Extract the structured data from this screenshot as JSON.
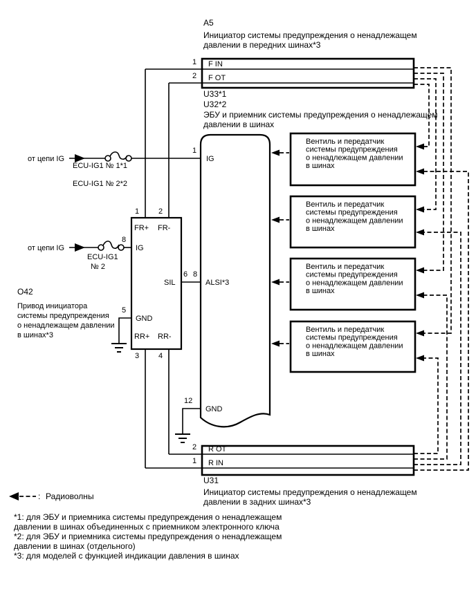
{
  "colors": {
    "ink": "#000000",
    "paper": "#ffffff"
  },
  "front_initiator": {
    "code": "A5",
    "desc_lines": [
      "Инициатор системы предупреждения о ненадлежащем",
      "давлении в передних шинах*3"
    ],
    "pin1": {
      "num": "1",
      "label": "F IN"
    },
    "pin2": {
      "num": "2",
      "label": "F OT"
    }
  },
  "receiver": {
    "code1": "U33*1",
    "code2": "U32*2",
    "desc_lines": [
      "ЭБУ и приемник системы предупреждения о ненадлежащем",
      "давлении в шинах"
    ],
    "pin_ig": {
      "num": "1",
      "label": "IG"
    },
    "pin_alsi": {
      "num": "8",
      "label": "ALSI*3"
    },
    "pin_gnd": {
      "num": "12",
      "label": "GND"
    }
  },
  "actuator": {
    "code": "O42",
    "desc_lines": [
      "Привод инициатора",
      "системы предупреждения",
      "о ненадлежащем давлении",
      "в шинах*3"
    ],
    "pin_fr_plus": {
      "num": "1",
      "label": "FR+"
    },
    "pin_fr_minus": {
      "num": "2",
      "label": "FR-"
    },
    "pin_ig": {
      "num": "8",
      "label": "IG"
    },
    "pin_sil": {
      "num": "6",
      "label": "SIL"
    },
    "pin_gnd": {
      "num": "5",
      "label": "GND"
    },
    "pin_rr_plus": {
      "num": "3",
      "label": "RR+"
    },
    "pin_rr_minus": {
      "num": "4",
      "label": "RR-"
    }
  },
  "rear_initiator": {
    "code": "U31",
    "desc_lines": [
      "Инициатор системы предупреждения о ненадлежащем",
      "давлении в задних шинах*3"
    ],
    "pin2": {
      "num": "2",
      "label": "R OT"
    },
    "pin1": {
      "num": "1",
      "label": "R IN"
    }
  },
  "valve_transmitter": {
    "desc_lines": [
      "Вентиль и передатчик",
      "системы предупреждения",
      "о ненадлежащем давлении",
      "в шинах"
    ]
  },
  "power": {
    "source_label": "от цепи IG",
    "fuse1_line1": "ECU-IG1 № 1*1",
    "fuse1_line2": "ECU-IG1 № 2*2",
    "fuse2_line1": "ECU-IG1",
    "fuse2_line2": "№ 2"
  },
  "legend": {
    "separator": ":",
    "radio_label": "Радиоволны"
  },
  "footnotes": {
    "n1_lines": [
      "*1: для ЭБУ и приемника системы предупреждения о ненадлежащем",
      "давлении в шинах объединенных с приемником электронного ключа"
    ],
    "n2_lines": [
      "*2: для ЭБУ и приемника системы предупреждения о ненадлежащем",
      "давлении в шинах (отдельного)"
    ],
    "n3": "*3: для моделей с функцией индикации давления в шинах"
  }
}
